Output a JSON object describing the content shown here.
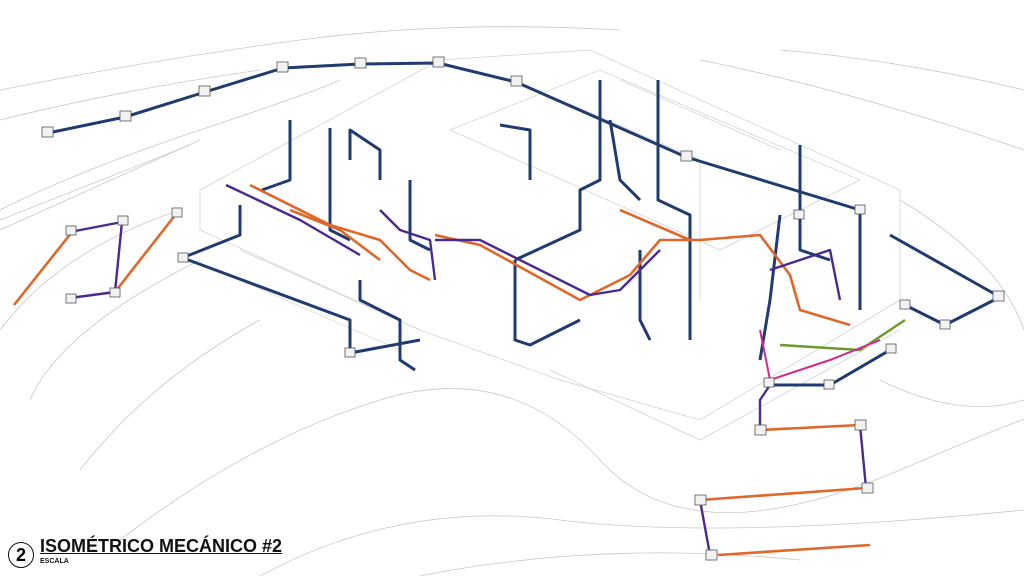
{
  "drawing": {
    "number": "2",
    "title": "ISOMÉTRICO MECÁNICO #2",
    "scale_label": "ESCALA"
  },
  "colors": {
    "supply_duct": "#1f3b6f",
    "refrigerant": "#e0672a",
    "drain": "#4a2a8c",
    "green_line": "#6c9a2a",
    "magenta_line": "#d22a8c"
  }
}
